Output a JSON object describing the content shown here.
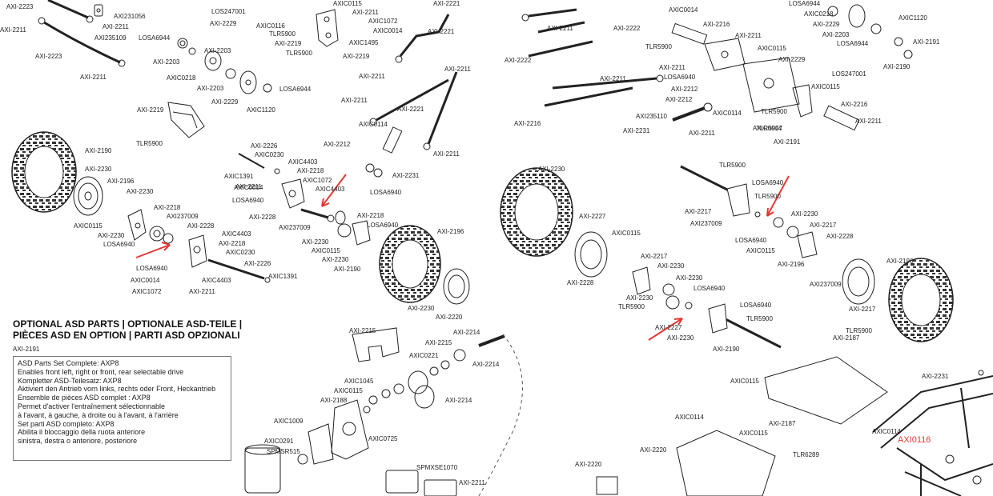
{
  "colors": {
    "ink": "#222222",
    "accent": "#e53935",
    "tire": "#333333",
    "paper": "#ffffff"
  },
  "optional_parts": {
    "heading_1": "OPTIONAL ASD PARTS | OPTIONALE ASD-TEILE |",
    "heading_2": "PIÈCES ASD EN OPTION | PARTI ASD OPZIONALI",
    "code": "AXI-2191",
    "lines": [
      "ASD Parts Set Complete: AXP8",
      "Enables front left, right or front, rear selectable drive",
      "Kompletter ASD-Teilesatz: AXP8",
      "Aktiviert den Antrieb vorn links, rechts oder Front, Heckantrieb",
      "Ensemble de pièces ASD complet : AXP8",
      "Permet d'activer l'entraînement sélectionnable",
      "à l'avant, à gauche, à droite ou à l'avant, à l'arrière",
      "Set parti ASD completo: AXP8",
      "Abilita il bloccaggio della ruota anteriore",
      "sinistra, destra o anteriore, posteriore"
    ]
  },
  "highlight_label": "AXI0116",
  "labels": [
    "AXI-2223",
    "AXI-2211",
    "AXI231056",
    "AXI-2211",
    "AXI235109",
    "AXI-2223",
    "AXI-2211",
    "AXI-2229",
    "AXIC0116",
    "TLR5900",
    "AXI-2219",
    "TLR5900",
    "LOS247001",
    "AXIC0115",
    "AXI-2211",
    "AXIC1072",
    "AXIC0014",
    "AXIC1495",
    "AXI-2219",
    "AXI-2221",
    "AXI-2211",
    "AXI-2221",
    "AXI-2211",
    "LOSA6944",
    "AXI-2203",
    "AXIC0218",
    "AXI-2203",
    "AXI-2203",
    "AXI-2229",
    "AXIC1120",
    "LOSA6944",
    "AXI-2211",
    "AXI-2221",
    "AXIC0114",
    "AXI-2211",
    "AXI-2219",
    "TLR5900",
    "AXI-2212",
    "AXI-2231",
    "LOSA6940",
    "AXI-2190",
    "AXI-2230",
    "AXI-2196",
    "AXI-2230",
    "AXI-2218",
    "AXI237009",
    "AXIC0115",
    "AXI-2230",
    "AXI-2228",
    "LOSA6940",
    "AXIC4403",
    "AXI-2218",
    "AXIC0230",
    "LOSA6940",
    "AXI-2226",
    "AXIC0014",
    "AXIC4403",
    "AXIC1072",
    "AXI-2211",
    "AXIC1391",
    "AXI-2226",
    "AXIC0230",
    "AXIC1391",
    "AXIC0014",
    "AXIC4403",
    "AXI-2218",
    "AXIC1072",
    "AXI-2211",
    "LOSA6940",
    "AXIC4403",
    "AXI-2228",
    "AXI237009",
    "AXI-2218",
    "LOSA6940",
    "AXI-2230",
    "AXIC0115",
    "AXI-2230",
    "AXI-2190",
    "AXI-2196",
    "AXI-2230",
    "AXI-2220",
    "AXI-2215",
    "AXI-2214",
    "AXI-2215",
    "AXIC0221",
    "AXI-2214",
    "AXIC1045",
    "AXIC0115",
    "AXI-2188",
    "AXI-2214",
    "AXIC1009",
    "AXIC0725",
    "AXIC0291",
    "SPMSR515",
    "SPMXSE1070",
    "AXI-2211",
    "AXI-2222",
    "AXI-2211",
    "AXI-2222",
    "AXI-2211",
    "AXI-2216",
    "AXIC0014",
    "TLR5900",
    "AXI-2216",
    "AXI-2211",
    "AXI-2211",
    "AXIC0115",
    "LOSA6940",
    "AXI-2212",
    "AXI-2212",
    "AXI235110",
    "AXIC0114",
    "AXI-2231",
    "AXI-2211",
    "TLR5907",
    "AXI-2229",
    "LOS247001",
    "AXIC0115",
    "TLR5900",
    "AXI-2216",
    "AXI-2211",
    "AXIC0014",
    "AXI-2191",
    "LOSA6944",
    "AXIC0218",
    "AXIC1120",
    "AXI-2229",
    "AXI-2203",
    "LOSA6944",
    "AXI-2191",
    "AXI-2190",
    "AXI-2230",
    "AXI-2227",
    "TLR5900",
    "LOSA6940",
    "TLR5900",
    "AXI-2217",
    "AXI237009",
    "AXI-2230",
    "AXI-2217",
    "AXI-2228",
    "LOSA6940",
    "AXIC0115",
    "AXI-2196",
    "AXI-2196",
    "AXIC0115",
    "AXI-2217",
    "AXI-2230",
    "AXI237009",
    "AXI-2228",
    "AXI-2230",
    "LOSA6940",
    "AXI-2230",
    "TLR5900",
    "AXI-2217",
    "LOSA6940",
    "TLR5900",
    "AXI-2227",
    "AXI-2230",
    "AXI-2190",
    "TLR5900",
    "AXI-2187",
    "AXIC0115",
    "AXI-2187",
    "AXIC0114",
    "AXIC0115",
    "AXI-2220",
    "TLR6289",
    "AXIC0114",
    "AXI-2231",
    "AXI-2220"
  ]
}
